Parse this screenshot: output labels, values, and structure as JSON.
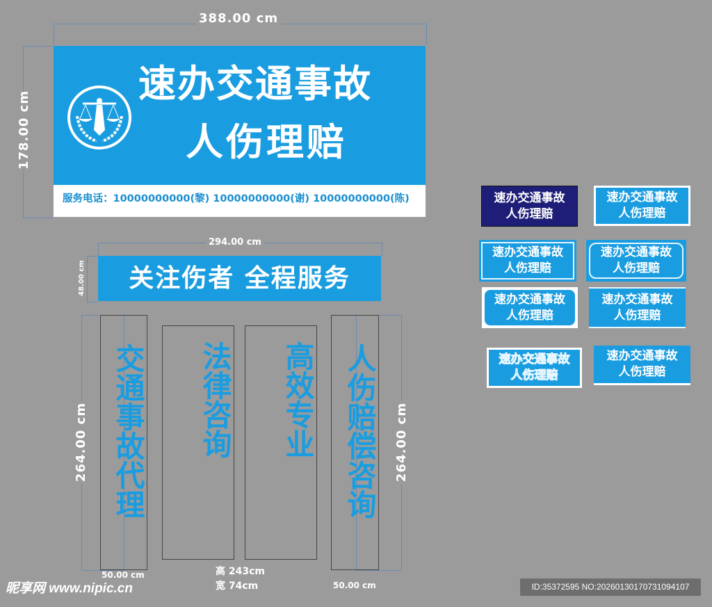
{
  "main_sign": {
    "width_label": "388.00 cm",
    "height_label": "178.00 cm",
    "title_line1": "速办交通事故",
    "title_line2": "人伤理赔",
    "phone_text": "服务电话：10000000000(黎)  10000000000(谢)  10000000000(陈)",
    "logo_icon": "scales-of-justice-emblem"
  },
  "banner": {
    "width_label": "294.00 cm",
    "height_label": "48.00 cm",
    "text": "关注伤者 全程服务"
  },
  "columns": {
    "items": [
      "交通事故代理",
      "法律咨询",
      "高效专业",
      "人伤赔偿咨询"
    ],
    "height_label_left": "264.00 cm",
    "height_label_right": "264.00 cm",
    "width_label_left": "50.00 cm",
    "width_label_right": "50.00 cm",
    "middle_height": "高 243cm",
    "middle_width": "宽 74cm"
  },
  "variants": {
    "line1": "速办交通事故",
    "line2": "人伤理赔"
  },
  "watermark": {
    "site": "昵享网 www.nipic.cn",
    "id": "ID:35372595 NO:20260130170731094107"
  },
  "colors": {
    "blue": "#1a9de0",
    "navy": "#1e1e78",
    "background": "#9b9b9b"
  }
}
